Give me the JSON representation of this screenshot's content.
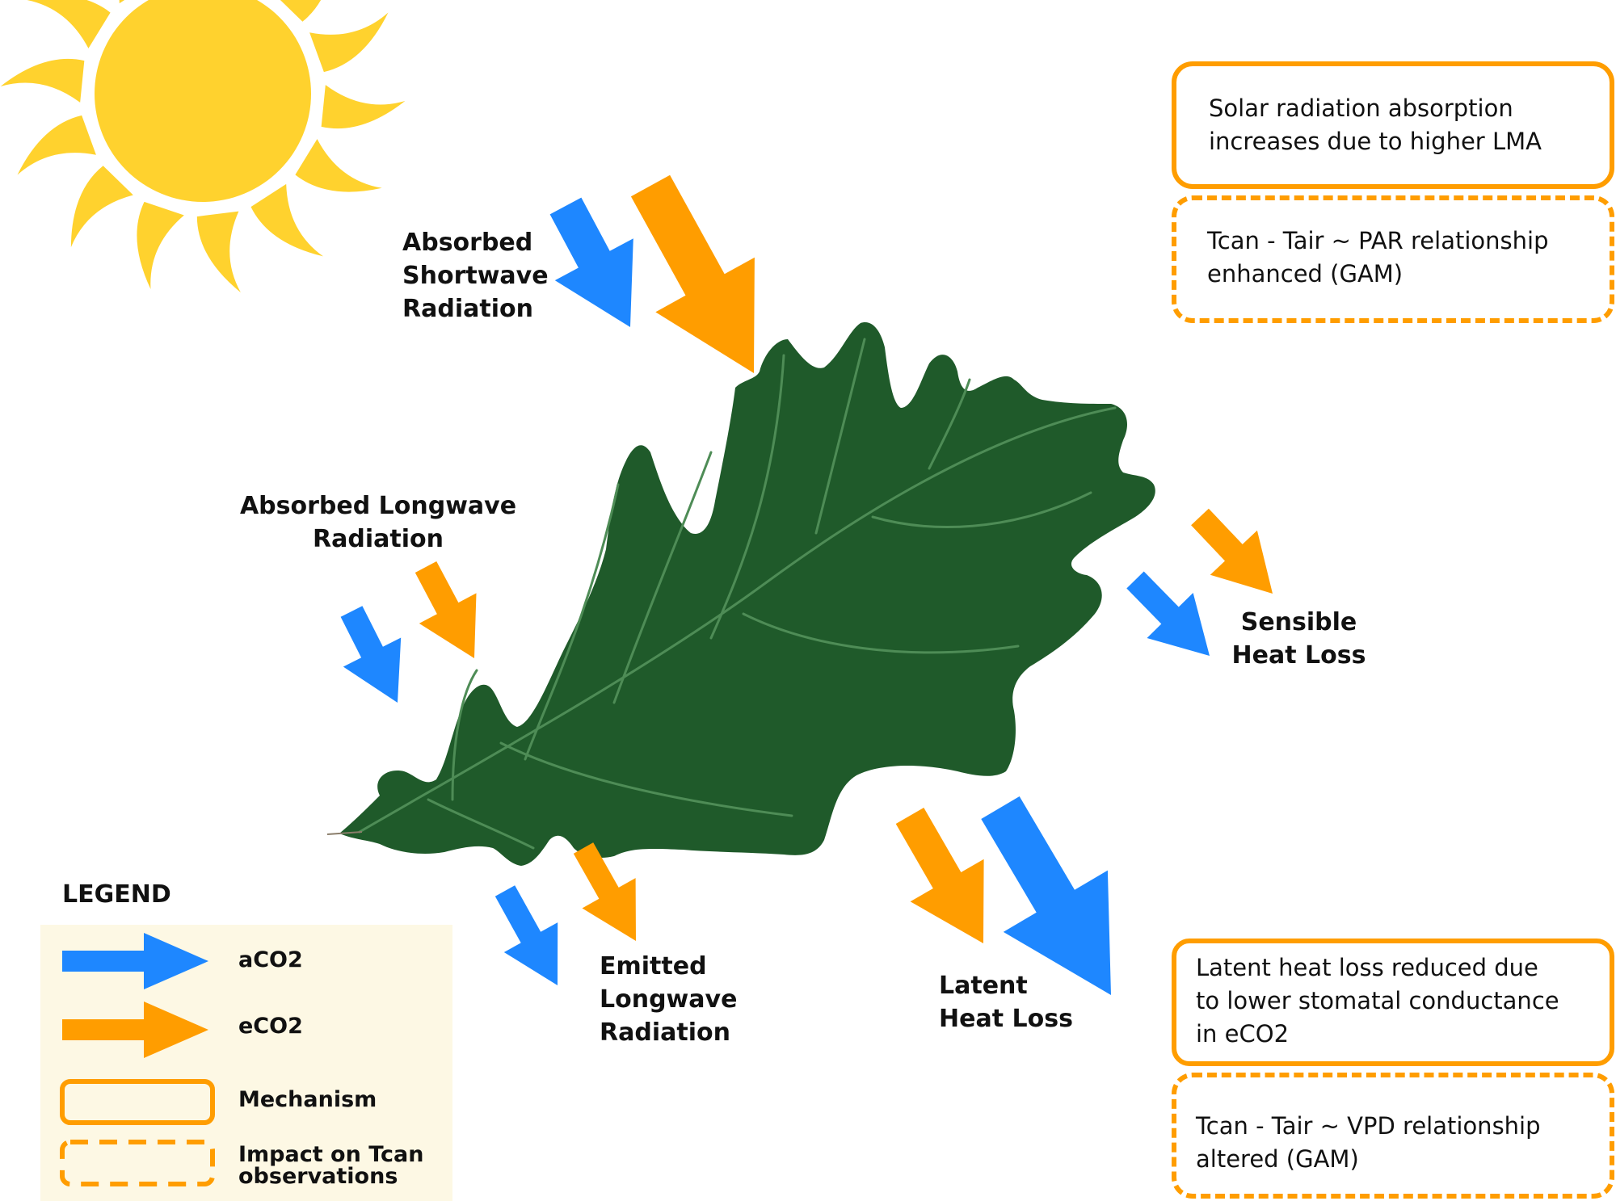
{
  "colors": {
    "aco2_arrow": "#1E87FF",
    "eco2_arrow": "#FF9D00",
    "box_border": "#FF9D00",
    "sun": "#FFD22E",
    "leaf": "#1F5A2A",
    "leaf_vein": "#4E8C56",
    "legend_panel": "#FDF8E4",
    "text": "#111111"
  },
  "icons": {
    "sun": "sun-icon",
    "leaf": "oak-leaf-icon",
    "arrow": "arrow-icon"
  },
  "labels": {
    "absorbed_shortwave": [
      "Absorbed",
      "Shortwave",
      "Radiation"
    ],
    "absorbed_longwave": [
      "Absorbed Longwave",
      "Radiation"
    ],
    "sensible_heat": [
      "Sensible",
      "Heat Loss"
    ],
    "emitted_longwave": [
      "Emitted",
      "Longwave",
      "Radiation"
    ],
    "latent_heat": [
      "Latent",
      "Heat Loss"
    ]
  },
  "boxes": {
    "shortwave_mechanism": [
      "Solar radiation absorption",
      "increases due to higher LMA"
    ],
    "shortwave_impact": [
      "Tcan - Tair ~ PAR relationship",
      "enhanced (GAM)"
    ],
    "latent_mechanism": [
      "Latent heat loss reduced due",
      "to lower stomatal conductance",
      "in eCO2"
    ],
    "latent_impact": [
      "Tcan - Tair ~ VPD relationship",
      "altered (GAM)"
    ]
  },
  "legend": {
    "title": "LEGEND",
    "aco2": "aCO2",
    "eco2": "eCO2",
    "mechanism": "Mechanism",
    "impact": [
      "Impact on Tcan",
      "observations"
    ]
  }
}
